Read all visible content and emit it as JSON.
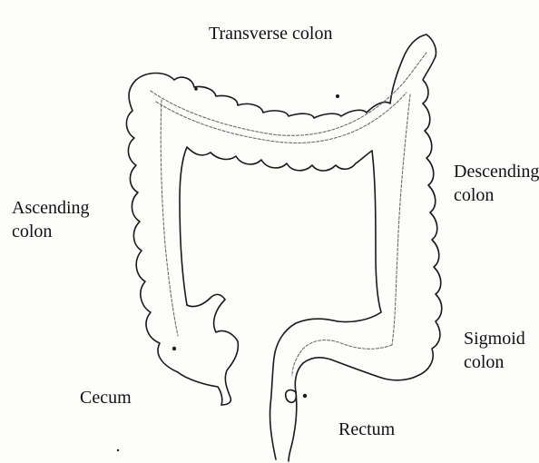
{
  "diagram": {
    "labels": {
      "transverse": [
        "Transverse colon"
      ],
      "descending": [
        "Descending",
        "colon"
      ],
      "ascending": [
        "Ascending",
        "colon"
      ],
      "sigmoid": [
        "Sigmoid",
        "colon"
      ],
      "cecum": [
        "Cecum"
      ],
      "rectum": [
        "Rectum"
      ]
    },
    "colors": {
      "outline": "#1a1a1a",
      "inner_line": "#6b6b6b",
      "background": "#fdfdfc",
      "text": "#111111"
    }
  }
}
